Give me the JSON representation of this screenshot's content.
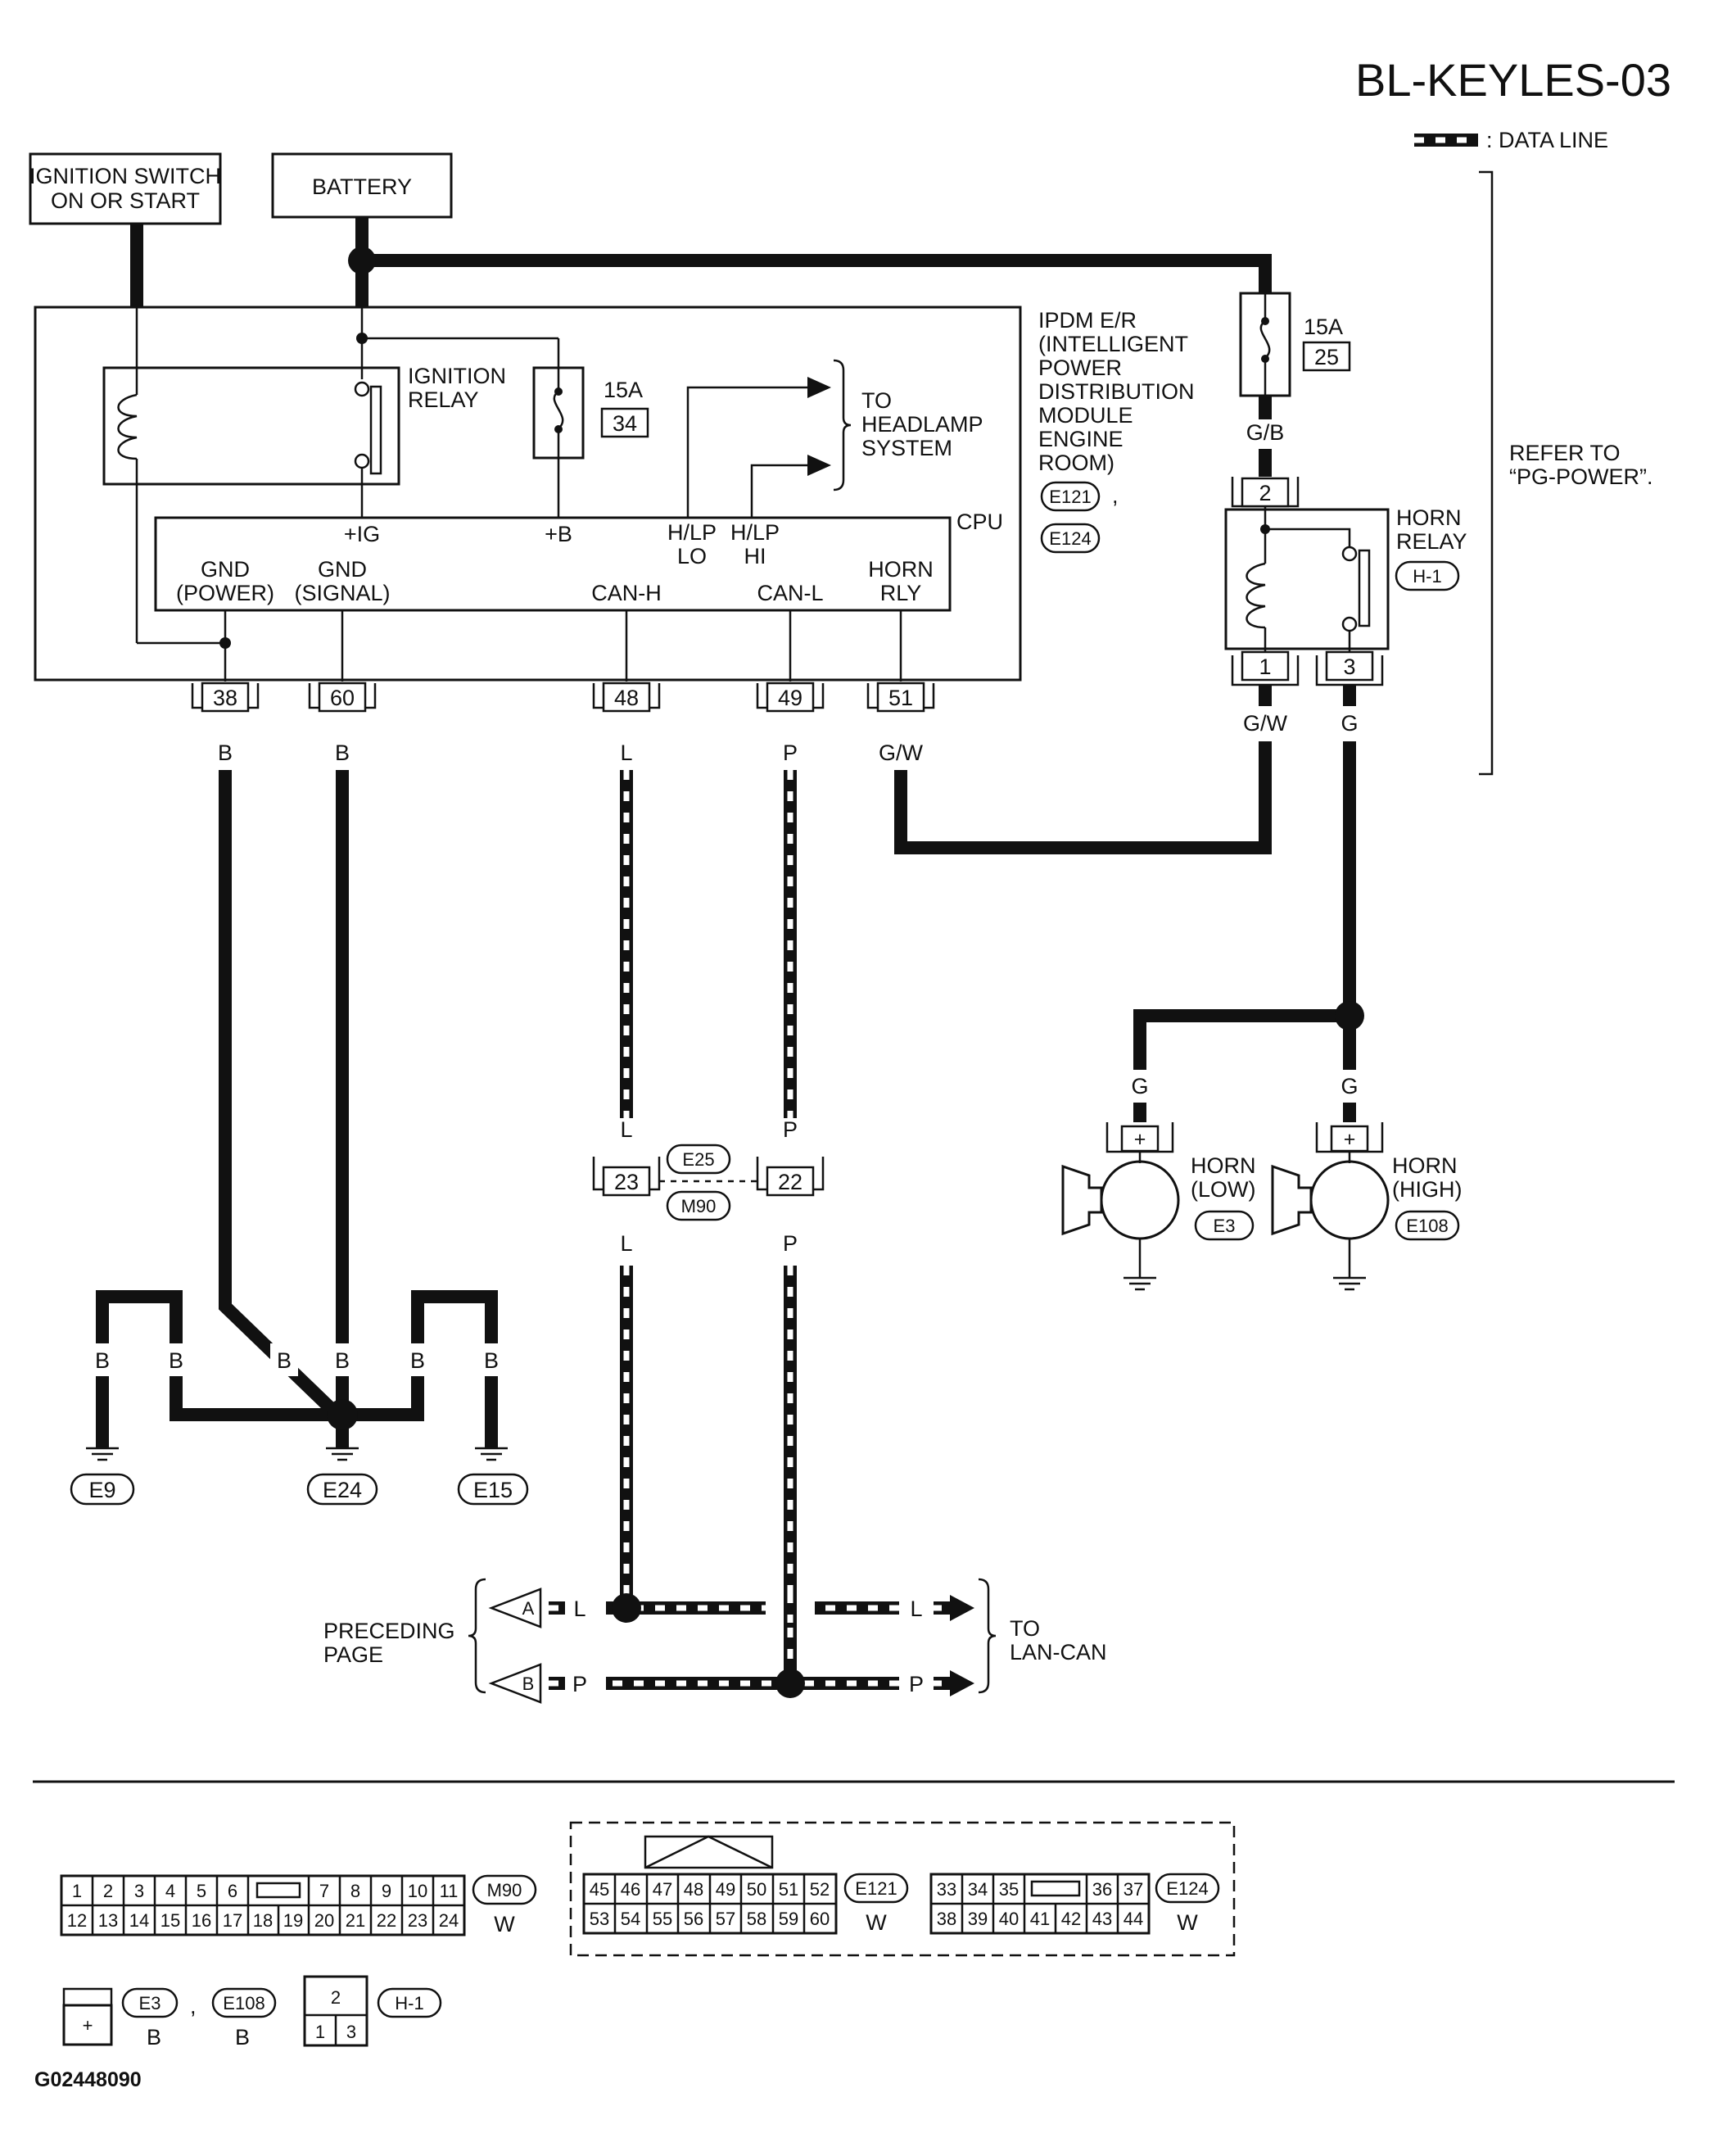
{
  "title": "BL-KEYLES-03",
  "legend": {
    "label": ": DATA LINE"
  },
  "figure_id": "G02448090",
  "power": {
    "ignition_switch": [
      "IGNITION SWITCH",
      "ON OR START"
    ],
    "battery": "BATTERY"
  },
  "ipdm": {
    "name_lines": [
      "IPDM E/R",
      "(INTELLIGENT",
      "POWER",
      "DISTRIBUTION",
      "MODULE",
      "ENGINE",
      "ROOM)"
    ],
    "connectors": [
      "E121",
      "E124"
    ],
    "comma": ",",
    "ignition_relay": [
      "IGNITION",
      "RELAY"
    ],
    "fuse_in": {
      "amp": "15A",
      "number": "34"
    },
    "cpu": "CPU",
    "terminals": {
      "ig": "+IG",
      "b": "+B",
      "hlp_lo": [
        "H/LP",
        "LO"
      ],
      "hlp_hi": [
        "H/LP",
        "HI"
      ],
      "gnd_power": [
        "GND",
        "(POWER)"
      ],
      "gnd_signal": [
        "GND",
        "(SIGNAL)"
      ],
      "can_h": "CAN-H",
      "can_l": "CAN-L",
      "horn_rly": [
        "HORN",
        "RLY"
      ]
    },
    "pins": [
      "38",
      "60",
      "48",
      "49",
      "51"
    ],
    "pin_colors": [
      "B",
      "B",
      "L",
      "P",
      "G/W"
    ]
  },
  "headlamp": [
    "TO",
    "HEADLAMP",
    "SYSTEM"
  ],
  "fuse_out": {
    "amp": "15A",
    "number": "25",
    "wire_color": "G/B"
  },
  "horn_relay": {
    "label": [
      "HORN",
      "RELAY"
    ],
    "connector": "H-1",
    "pins": [
      "2",
      "1",
      "3"
    ],
    "wire_colors": [
      "G/W",
      "G"
    ]
  },
  "refer": [
    "REFER TO",
    "“PG-POWER”."
  ],
  "horns": [
    {
      "label": [
        "HORN",
        "(LOW)"
      ],
      "connector": "E3",
      "wire_color": "G",
      "plus": "+"
    },
    {
      "label": [
        "HORN",
        "(HIGH)"
      ],
      "connector": "E108",
      "wire_color": "G",
      "plus": "+"
    }
  ],
  "joint": {
    "connectors": [
      "E25",
      "M90"
    ],
    "pins": [
      "23",
      "22"
    ],
    "wire_colors": [
      "L",
      "P",
      "L",
      "P"
    ]
  },
  "grounds": {
    "wire_colors": [
      "B",
      "B",
      "B",
      "B",
      "B",
      "B"
    ],
    "labels": [
      "E9",
      "E24",
      "E15"
    ]
  },
  "lan": {
    "preceding": [
      "PRECEDING",
      "PAGE"
    ],
    "to": [
      "TO",
      "LAN-CAN"
    ],
    "arrows": [
      "A",
      "B"
    ],
    "colors": [
      "L",
      "P",
      "L",
      "P"
    ]
  },
  "connector_views": {
    "m90": {
      "top": [
        "1",
        "2",
        "3",
        "4",
        "5",
        "6",
        "7",
        "8",
        "9",
        "10",
        "11"
      ],
      "bottom": [
        "12",
        "13",
        "14",
        "15",
        "16",
        "17",
        "18",
        "19",
        "20",
        "21",
        "22",
        "23",
        "24"
      ],
      "label": "M90",
      "color": "W"
    },
    "e121": {
      "top": [
        "45",
        "46",
        "47",
        "48",
        "49",
        "50",
        "51",
        "52"
      ],
      "bottom": [
        "53",
        "54",
        "55",
        "56",
        "57",
        "58",
        "59",
        "60"
      ],
      "label": "E121",
      "color": "W"
    },
    "e124": {
      "top": [
        "33",
        "34",
        "35",
        "36",
        "37"
      ],
      "bottom": [
        "38",
        "39",
        "40",
        "41",
        "42",
        "43",
        "44"
      ],
      "label": "E124",
      "color": "W"
    },
    "horn": {
      "plus": "+",
      "labels": [
        "E3",
        "E108"
      ],
      "colors": [
        "B",
        "B"
      ],
      "comma": ","
    },
    "h1": {
      "top": "2",
      "bottom": [
        "1",
        "3"
      ],
      "label": "H-1"
    }
  }
}
